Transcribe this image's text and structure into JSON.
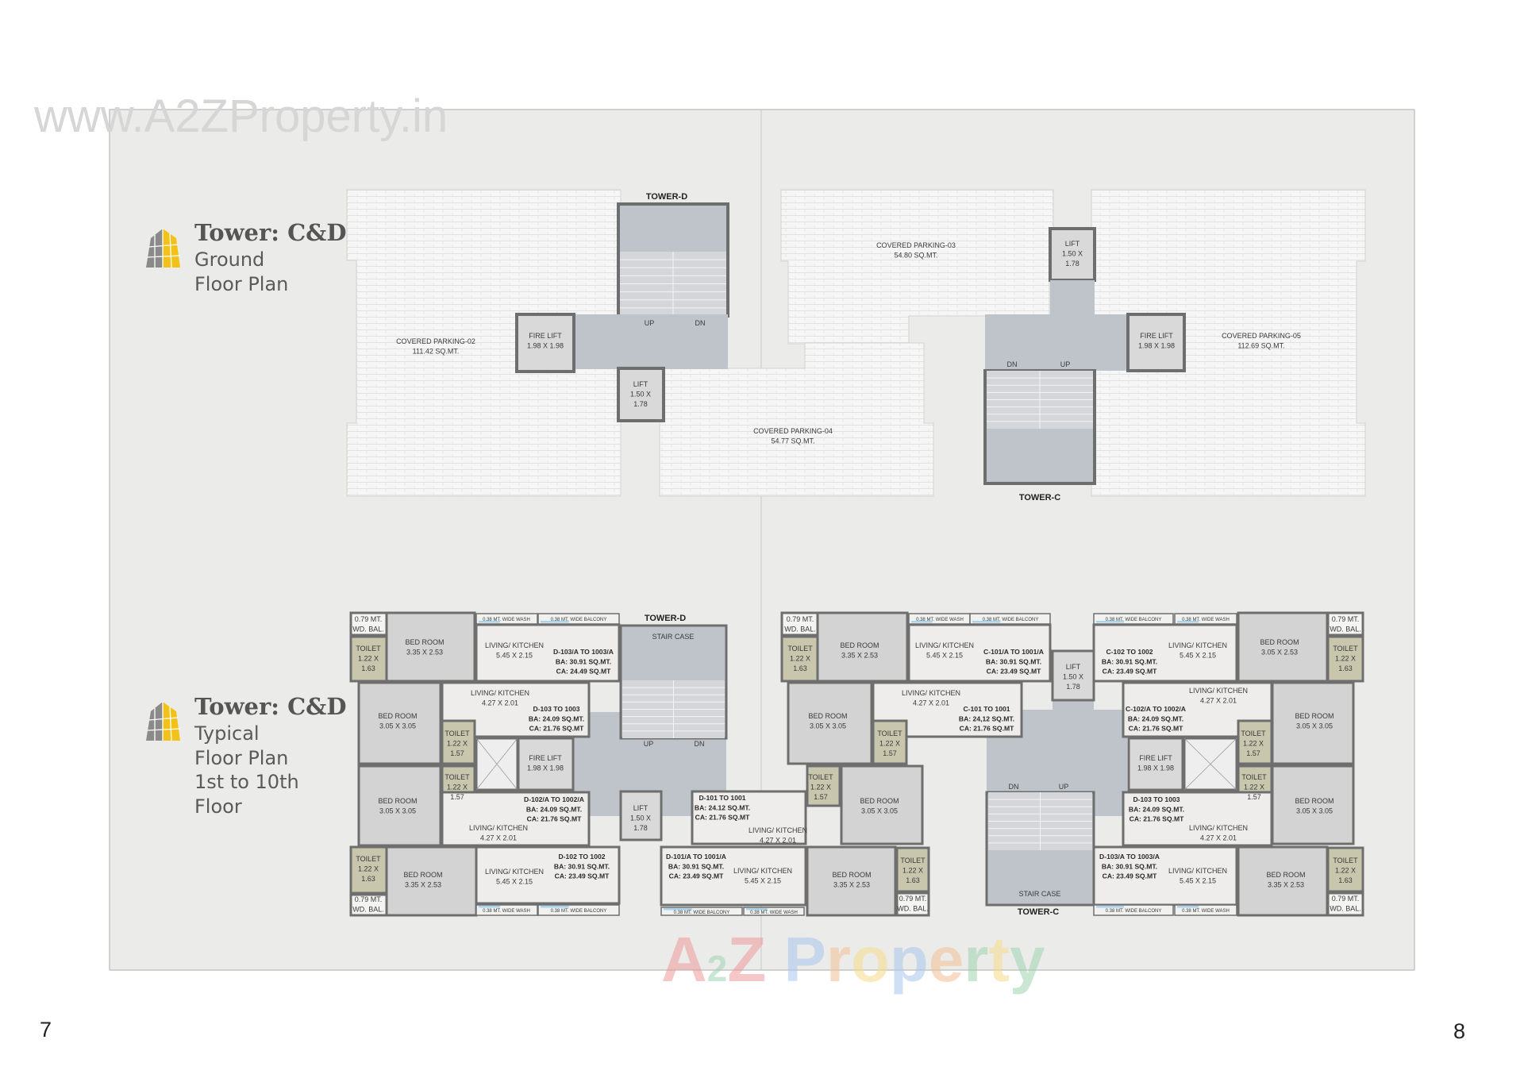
{
  "watermark_top": "www.A2ZProperty.in",
  "watermark_bottom": {
    "text": "A2Z Property",
    "colors": [
      "#ee9a9a",
      "#9fd4b0",
      "#ee9a9a",
      "#ffffff",
      "#a9c6ee",
      "#f4bf94",
      "#f6dc8a",
      "#a9c6ee",
      "#f4bf94",
      "#9fd4b0",
      "#f6dc8a",
      "#9fd4b0"
    ]
  },
  "page_numbers": {
    "left": "7",
    "right": "8"
  },
  "colors": {
    "panel": "#ebecea",
    "wall": "#6e6e6e",
    "bedroom": "#d3d3d3",
    "toilet": "#c8c6ad",
    "living": "#eeedeb",
    "lobby": "#bfc4cb",
    "window": "#a9d4ec",
    "logo_yellow": "#f2c21b",
    "logo_grey": "#8a8a8a"
  },
  "ground_floor": {
    "title": "Tower: C&D",
    "subtitle": [
      "Ground",
      "Floor Plan"
    ],
    "tower_d": "TOWER-D",
    "tower_c": "TOWER-C",
    "spaces": [
      {
        "lines": [
          "COVERED PARKING-02",
          "111.42 SQ.MT."
        ]
      },
      {
        "lines": [
          "COVERED PARKING-03",
          "54.80 SQ.MT."
        ]
      },
      {
        "lines": [
          "COVERED PARKING-04",
          "54.77 SQ.MT."
        ]
      },
      {
        "lines": [
          "COVERED PARKING-05",
          "112.69 SQ.MT."
        ]
      },
      {
        "lines": [
          "FIRE LIFT",
          "1.98 X 1.98"
        ]
      },
      {
        "lines": [
          "LIFT",
          "1.50 X",
          "1.78"
        ]
      },
      {
        "lines": [
          "UP"
        ]
      },
      {
        "lines": [
          "DN"
        ]
      },
      {
        "lines": [
          "LIFT",
          "1.50 X",
          "1.78"
        ]
      },
      {
        "lines": [
          "FIRE LIFT",
          "1.98 X 1.98"
        ]
      },
      {
        "lines": [
          "DN"
        ]
      },
      {
        "lines": [
          "UP"
        ]
      }
    ]
  },
  "typical_floor": {
    "title": "Tower: C&D",
    "subtitle": [
      "Typical",
      "Floor Plan",
      "1st to 10th",
      "Floor"
    ],
    "tower_d": "TOWER-D",
    "tower_c": "TOWER-C",
    "spaces": [
      {
        "lines": [
          "0.79 MT.",
          "WD. BAL."
        ]
      },
      {
        "lines": [
          "TOILET",
          "1.22 X",
          "1.63"
        ]
      },
      {
        "lines": [
          "BED ROOM",
          "3.35 X 2.53"
        ]
      },
      {
        "lines": [
          "0.38 MT. WIDE WASH"
        ]
      },
      {
        "lines": [
          "0.38 MT. WIDE BALCONY"
        ]
      },
      {
        "lines": [
          "LIVING/ KITCHEN",
          "5.45 X 2.15"
        ]
      },
      {
        "lines": [
          "BED ROOM",
          "3.05 X 3.05"
        ]
      },
      {
        "lines": [
          "LIVING/ KITCHEN",
          "4.27 X 2.01"
        ]
      },
      {
        "lines": [
          "TOILET",
          "1.22 X",
          "1.57"
        ]
      },
      {
        "lines": []
      },
      {
        "lines": [
          "FIRE LIFT",
          "1.98 X 1.98"
        ]
      },
      {
        "lines": [
          "TOILET",
          "1.22 X",
          "1.57"
        ]
      },
      {
        "lines": [
          "BED ROOM",
          "3.05 X 3.05"
        ]
      },
      {
        "lines": [
          "LIVING/ KITCHEN",
          "4.27 X 2.01"
        ]
      },
      {
        "lines": [
          "TOILET",
          "1.22 X",
          "1.63"
        ]
      },
      {
        "lines": [
          "0.79 MT.",
          "WD. BAL."
        ]
      },
      {
        "lines": [
          "BED ROOM",
          "3.35 X 2.53"
        ]
      },
      {
        "lines": [
          "LIVING/ KITCHEN",
          "5.45 X 2.15"
        ]
      },
      {
        "lines": [
          "0.38 MT. WIDE WASH"
        ]
      },
      {
        "lines": [
          "0.38 MT. WIDE BALCONY"
        ]
      },
      {
        "lines": [
          "STAIR CASE"
        ]
      },
      {
        "lines": [
          "UP"
        ]
      },
      {
        "lines": [
          "DN"
        ]
      },
      {
        "lines": [
          "LIFT",
          "1.50 X",
          "1.78"
        ]
      },
      {
        "lines": [
          "LIVING/ KITCHEN",
          "4.27 X 2.01"
        ]
      },
      {
        "lines": [
          "TOILET",
          "1.22 X",
          "1.57"
        ]
      },
      {
        "lines": [
          "BED ROOM",
          "3.05 X 3.05"
        ]
      },
      {
        "lines": [
          "LIVING/ KITCHEN",
          "5.45 X 2.15"
        ]
      },
      {
        "lines": [
          "BED ROOM",
          "3.35 X 2.53"
        ]
      },
      {
        "lines": [
          "TOILET",
          "1.22 X",
          "1.63"
        ]
      },
      {
        "lines": [
          "0.79 MT.",
          "WD. BAL."
        ]
      },
      {
        "lines": [
          "0.38 MT. WIDE BALCONY"
        ]
      },
      {
        "lines": [
          "0.38 MT. WIDE WASH"
        ]
      },
      {
        "lines": [
          "0.79 MT.",
          "WD. BAL."
        ]
      },
      {
        "lines": [
          "TOILET",
          "1.22 X",
          "1.63"
        ]
      },
      {
        "lines": [
          "BED ROOM",
          "3.35 X 2.53"
        ]
      },
      {
        "lines": [
          "0.38 MT. WIDE WASH"
        ]
      },
      {
        "lines": [
          "0.38 MT. WIDE BALCONY"
        ]
      },
      {
        "lines": [
          "LIVING/ KITCHEN",
          "5.45 X 2.15"
        ]
      },
      {
        "lines": [
          "LIFT",
          "1.50 X",
          "1.78"
        ]
      },
      {
        "lines": [
          "BED ROOM",
          "3.05 X 3.05"
        ]
      },
      {
        "lines": [
          "LIVING/ KITCHEN",
          "4.27 X 2.01"
        ]
      },
      {
        "lines": [
          "TOILET",
          "1.22 X",
          "1.57"
        ]
      },
      {
        "lines": [
          "STAIR CASE"
        ]
      },
      {
        "lines": [
          "DN"
        ]
      },
      {
        "lines": [
          "UP"
        ]
      },
      {
        "lines": [
          "0.38 MT. WIDE BALCONY"
        ]
      },
      {
        "lines": [
          "0.38 MT. WIDE WASH"
        ]
      },
      {
        "lines": [
          "LIVING/ KITCHEN",
          "5.45 X 2.15"
        ]
      },
      {
        "lines": [
          "BED ROOM",
          "3.05 X 2.53"
        ]
      },
      {
        "lines": [
          "0.79 MT.",
          "WD. BAL."
        ]
      },
      {
        "lines": [
          "TOILET",
          "1.22 X",
          "1.63"
        ]
      },
      {
        "lines": [
          "LIVING/ KITCHEN",
          "4.27 X 2.01"
        ]
      },
      {
        "lines": [
          "FIRE LIFT",
          "1.98 X 1.98"
        ]
      },
      {
        "lines": []
      },
      {
        "lines": [
          "TOILET",
          "1.22 X",
          "1.57"
        ]
      },
      {
        "lines": [
          "TOILET",
          "1.22 X",
          "1.57"
        ]
      },
      {
        "lines": [
          "BED ROOM",
          "3.05 X 3.05"
        ]
      },
      {
        "lines": [
          "BED ROOM",
          "3.05 X 3.05"
        ]
      },
      {
        "lines": [
          "LIVING/ KITCHEN",
          "4.27 X 2.01"
        ]
      },
      {
        "lines": [
          "LIVING/ KITCHEN",
          "5.45 X 2.15"
        ]
      },
      {
        "lines": [
          "BED ROOM",
          "3.35 X 2.53"
        ]
      },
      {
        "lines": [
          "TOILET",
          "1.22 X",
          "1.63"
        ]
      },
      {
        "lines": [
          "0.79 MT.",
          "WD. BAL."
        ]
      },
      {
        "lines": [
          "0.38 MT. WIDE BALCONY"
        ]
      },
      {
        "lines": [
          "0.38 MT. WIDE WASH"
        ]
      }
    ],
    "units": [
      {
        "lines": [
          "D-103/A TO 1003/A",
          "BA: 30.91 SQ.MT.",
          "CA: 24.49 SQ.MT"
        ]
      },
      {
        "lines": [
          "D-103 TO 1003",
          "BA: 24.09 SQ.MT.",
          "CA: 21.76 SQ.MT"
        ]
      },
      {
        "lines": [
          "D-102/A TO 1002/A",
          "BA: 24.09 SQ.MT.",
          "CA: 21.76 SQ.MT"
        ]
      },
      {
        "lines": [
          "D-102 TO 1002",
          "BA: 30.91 SQ.MT.",
          "CA: 23.49 SQ.MT"
        ]
      },
      {
        "lines": [
          "D-101 TO 1001",
          "BA: 24.12 SQ.MT.",
          "CA: 21.76 SQ.MT"
        ]
      },
      {
        "lines": [
          "D-101/A TO 1001/A",
          "BA: 30.91 SQ.MT.",
          "CA: 23.49 SQ.MT"
        ]
      },
      {
        "lines": [
          "C-101/A TO 1001/A",
          "BA: 30.91 SQ.MT.",
          "CA: 23.49 SQ.MT"
        ]
      },
      {
        "lines": [
          "C-101 TO 1001",
          "BA: 24,12 SQ.MT.",
          "CA: 21.76 SQ.MT"
        ]
      },
      {
        "lines": [
          "C-102 TO 1002",
          "BA: 30.91 SQ.MT.",
          "CA: 23.49 SQ.MT"
        ]
      },
      {
        "lines": [
          "C-102/A TO 1002/A",
          "BA: 24.09 SQ.MT.",
          "CA: 21.76 SQ.MT"
        ]
      },
      {
        "lines": [
          "D-103 TO 1003",
          "BA: 24.09 SQ.MT.",
          "CA: 21.76 SQ.MT"
        ]
      },
      {
        "lines": [
          "D-103/A TO 1003/A",
          "BA: 30.91 SQ.MT.",
          "CA: 23.49 SQ.MT"
        ]
      }
    ]
  }
}
